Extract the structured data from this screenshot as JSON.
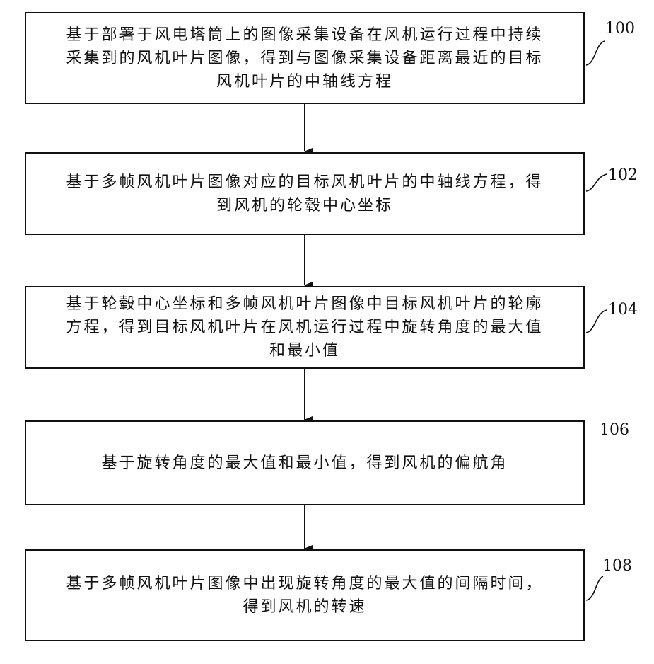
{
  "steps": [
    {
      "id": "100",
      "lines": [
        "基于部署于风电塔筒上的图像采集设备在风机运行过程中持续",
        "采集到的风机叶片图像，得到与图像采集设备距离最近的目标",
        "风机叶片的中轴线方程"
      ]
    },
    {
      "id": "102",
      "lines": [
        "基于多帧风机叶片图像对应的目标风机叶片的中轴线方程，得",
        "到风机的轮毂中心坐标"
      ]
    },
    {
      "id": "104",
      "lines": [
        "基于轮毂中心坐标和多帧风机叶片图像中目标风机叶片的轮廓",
        "方程，得到目标风机叶片在风机运行过程中旋转角度的最大值",
        "和最小值"
      ]
    },
    {
      "id": "106",
      "lines": [
        "基于旋转角度的最大值和最小值，得到风机的偏航角"
      ]
    },
    {
      "id": "108",
      "lines": [
        "基于多帧风机叶片图像中出现旋转角度的最大值的间隔时间，",
        "得到风机的转速"
      ]
    }
  ]
}
